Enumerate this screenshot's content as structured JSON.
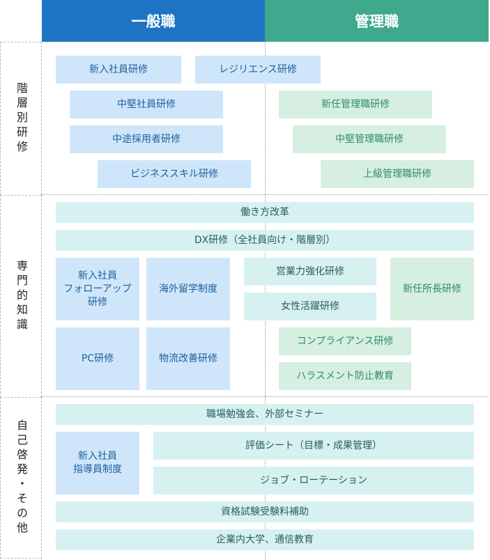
{
  "header": {
    "general": "一般職",
    "manager": "管理職"
  },
  "rows": {
    "tiered": "階層別研修",
    "specialized": "専門的知識",
    "self": "自己啓発・その他"
  },
  "boxes": {
    "newhire": "新入社員研修",
    "resilience": "レジリエンス研修",
    "mid_employee": "中堅社員研修",
    "midcareer": "中途採用者研修",
    "business_skill": "ビジネススキル研修",
    "new_manager": "新任管理職研修",
    "mid_manager": "中堅管理職研修",
    "senior_manager": "上級管理職研修",
    "workstyle": "働き方改革",
    "dx": "DX研修（全社員向け・階層別）",
    "followup": "新入社員\nフォローアップ\n研修",
    "overseas": "海外留学制度",
    "sales": "営業力強化研修",
    "women": "女性活躍研修",
    "branch_head": "新任所長研修",
    "compliance": "コンプライアンス研修",
    "harassment": "ハラスメント防止教育",
    "pc": "PC研修",
    "logistics": "物流改善研修",
    "study_group": "職場勉強会、外部セミナー",
    "mentor": "新入社員\n指導員制度",
    "evaluation": "評価シート（目標・成果管理）",
    "rotation": "ジョブ・ローテーション",
    "certification": "資格試験受験料補助",
    "university": "企業内大学、通信教育"
  },
  "colors": {
    "general_header": "#1f73c4",
    "manager_header": "#3ea98c",
    "general_box": "#cfe6fa",
    "common_box": "#d7f1f1",
    "manager_box": "#d6efe0"
  }
}
